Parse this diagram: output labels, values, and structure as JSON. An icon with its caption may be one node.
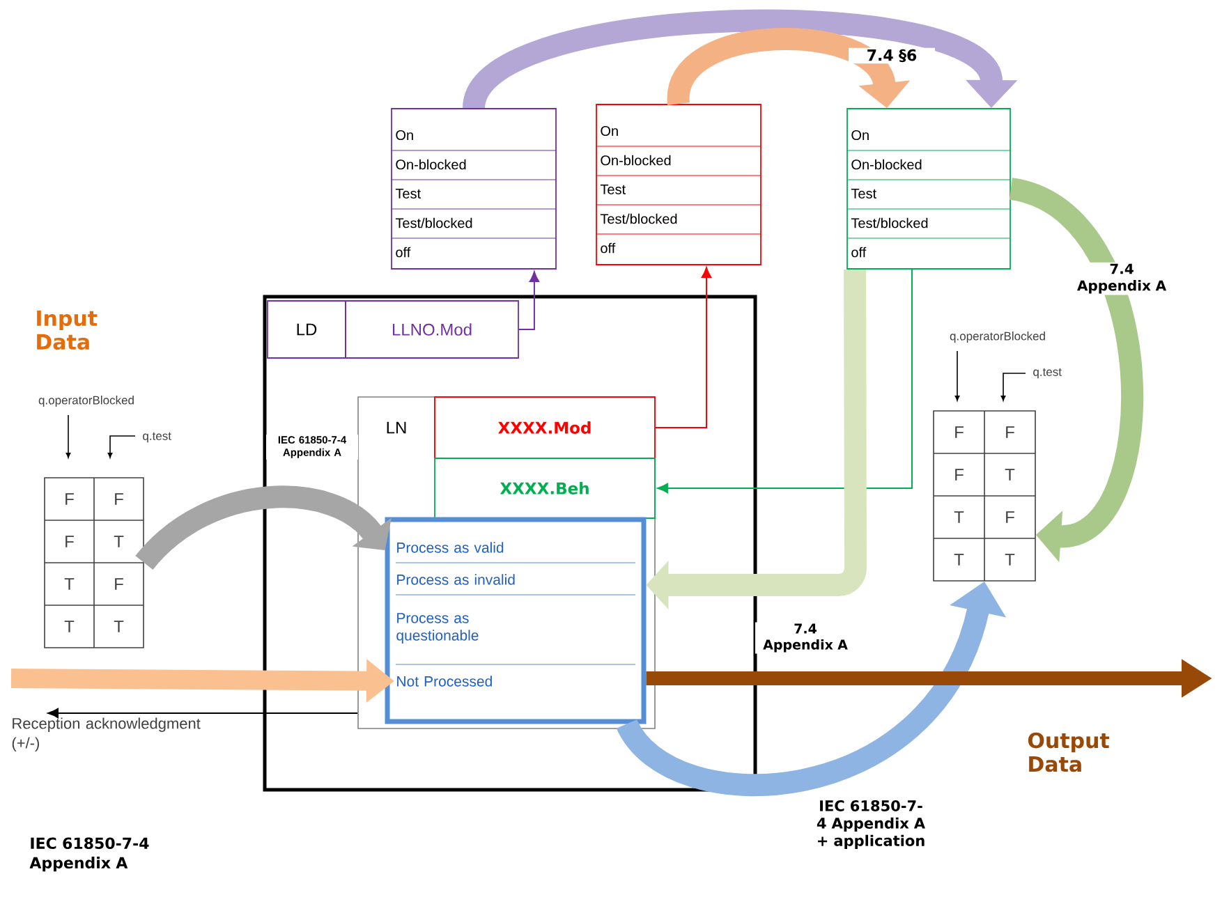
{
  "diagram": {
    "nodes": [
      {
        "text": [
          "On",
          "On-blocked",
          "Test",
          "Test/blocked",
          "off"
        ]
      },
      {
        "text": [
          "On",
          "On-blocked",
          "Test",
          "Test/blocked",
          "off"
        ]
      },
      {
        "text": [
          "On",
          "On-blocked",
          "Test",
          "Test/blocked",
          "off"
        ]
      },
      {
        "text": [],
        "shape": "box"
      },
      {
        "text": [
          "LD"
        ],
        "in": 3
      },
      {
        "text": [
          "LLNO.Mod"
        ],
        "in": 3
      },
      {
        "text": [
          "LN"
        ],
        "in": 3
      },
      {
        "text": [
          "XXXX.Mod"
        ],
        "in": 6
      },
      {
        "text": [
          "XXXX.Beh"
        ],
        "in": 6
      },
      {
        "text": [],
        "shape": "box",
        "in": 6
      },
      {
        "text": [
          "Process as valid"
        ],
        "in": 9
      },
      {
        "text": [
          "Process as invalid"
        ],
        "in": 9
      },
      {
        "text": [
          "Process as questionable"
        ],
        "in": 9
      },
      {
        "text": [
          "Not Processed"
        ],
        "in": 9
      },
      {
        "text": [
          "F",
          "F",
          "F",
          "T",
          "T",
          "F",
          "T",
          "T"
        ]
      },
      {
        "text": [
          "F",
          "F",
          "F",
          "T",
          "T",
          "F",
          "T",
          "T"
        ]
      },
      {
        "text": [
          "Reception acknowledgment (+/-)"
        ]
      }
    ],
    "edges": [
      {
        "from": 5,
        "to": 0,
        "arrow": "to",
        "color": "#7030a0"
      },
      {
        "from": 7,
        "to": 1,
        "arrow": "to",
        "color": "#ff0000"
      },
      {
        "from": 2,
        "to": 8,
        "arrow": "to",
        "color": "#00b050"
      },
      {
        "from": 0,
        "to": 2,
        "arrow": "to",
        "color": "#b4a7d6"
      },
      {
        "from": 1,
        "to": 2,
        "arrow": "to",
        "color": "#f4b183",
        "label": "7.4 §6"
      },
      {
        "from": 2,
        "to": 15,
        "arrow": "to",
        "color": "#a9c98a",
        "label": "7.4 Appendix A"
      },
      {
        "from": 2,
        "to": 9,
        "arrow": "to",
        "color": "#d7e4bd",
        "label": "7.4 Appendix A"
      },
      {
        "from": 14,
        "to": 9,
        "arrow": "to",
        "color": "#a6a6a6",
        "label": "IEC 61850-7-4 Appendix A"
      },
      {
        "from": 9,
        "to": 15,
        "arrow": "to",
        "color": "#8eb4e3",
        "label": "IEC 61850-7-4 Appendix A + application"
      },
      {
        "from": null,
        "to": 13,
        "arrow": "to",
        "color": "#fac090"
      },
      {
        "from": 9,
        "to": null,
        "arrow": "to",
        "color": "#984807"
      },
      {
        "from": 6,
        "to": 16,
        "arrow": "to",
        "color": "#000000"
      }
    ],
    "labels": [
      "Input Data",
      "q.operatorBlocked",
      "q.test",
      "q.operatorBlocked",
      "q.test",
      "Output Data",
      "IEC 61850-7-4 Appendix A"
    ]
  }
}
